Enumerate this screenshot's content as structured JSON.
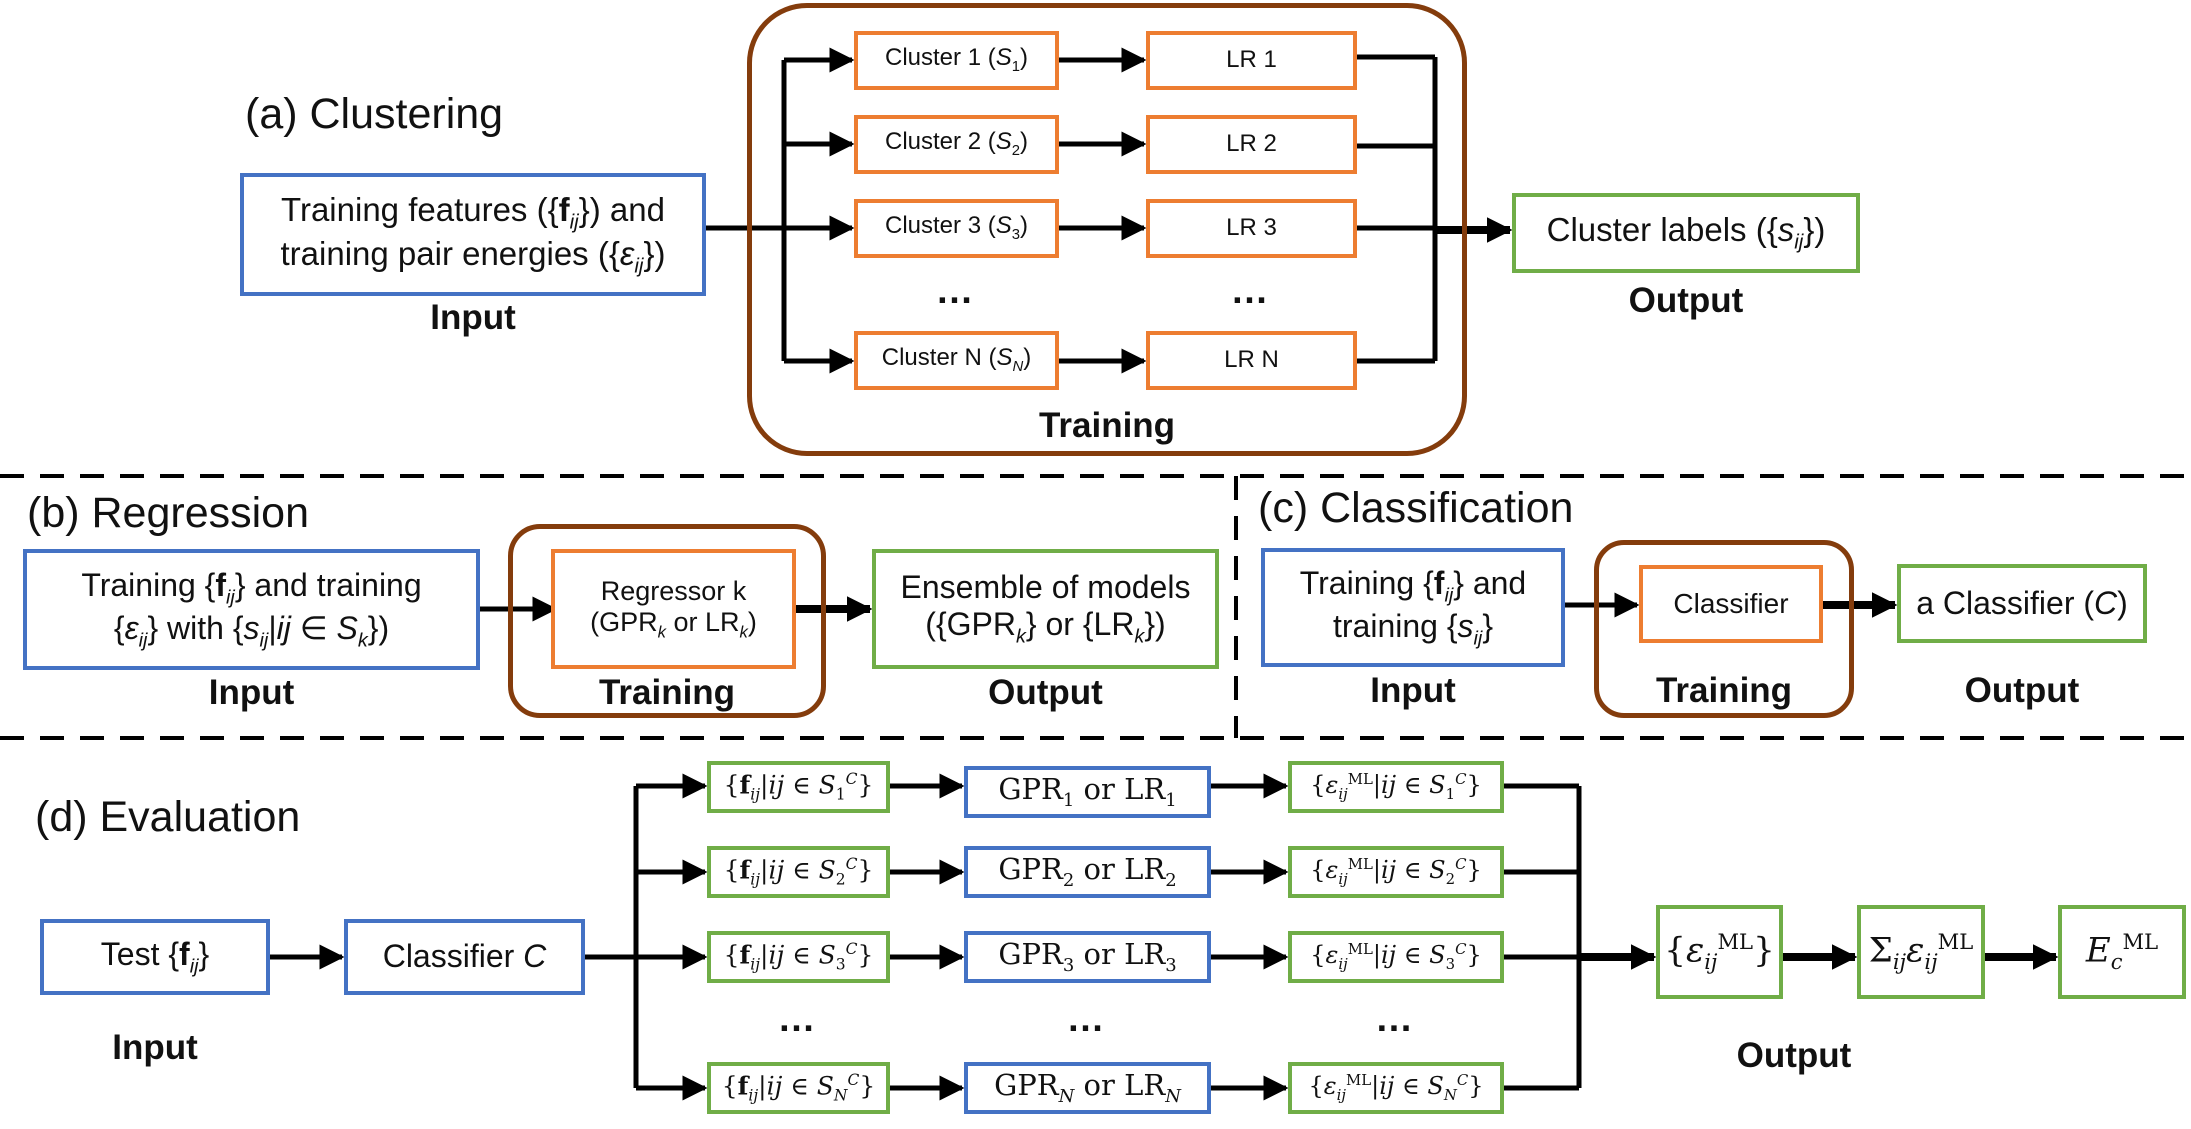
{
  "a": {
    "title": "(a) Clustering",
    "input_html": "Training features ({<b>f</b><sub><i>ij</i></sub>}) and<br>training pair energies ({<i>ε</i><sub><i>ij</i></sub>})",
    "input_label": "Input",
    "clusters": [
      "Cluster 1 (<i>S</i><sub>1</sub>)",
      "Cluster 2 (<i>S</i><sub>2</sub>)",
      "Cluster 3 (<i>S</i><sub>3</sub>)",
      "Cluster N (<i>S</i><sub><i>N</i></sub>)"
    ],
    "lrs": [
      "LR 1",
      "LR 2",
      "LR 3",
      "LR N"
    ],
    "dots": "…",
    "training_label": "Training",
    "output_html": "Cluster labels ({<i>s</i><sub><i>ij</i></sub>})",
    "output_label": "Output"
  },
  "b": {
    "title": "(b) Regression",
    "input_html": "Training {<b>f</b><sub><i>ij</i></sub>} and training<br>{<i>ε</i><sub><i>ij</i></sub>} with {<i>s</i><sub><i>ij</i></sub>|<i>ij</i> ∈ <i>S</i><sub><i>k</i></sub>})",
    "input_label": "Input",
    "regressor_html": "Regressor k<br>(GPR<sub><i>k</i></sub> or LR<sub><i>k</i></sub>)",
    "training_label": "Training",
    "output_html": "Ensemble of models<br>({GPR<sub><i>k</i></sub>} or {LR<sub><i>k</i></sub>})",
    "output_label": "Output"
  },
  "c": {
    "title": "(c) Classification",
    "input_html": "Training {<b>f</b><sub><i>ij</i></sub>} and<br>training {<i>s</i><sub><i>ij</i></sub>}",
    "input_label": "Input",
    "classifier": "Classifier",
    "training_label": "Training",
    "output_html": "a Classifier (<i>C</i>)",
    "output_label": "Output"
  },
  "d": {
    "title": "(d) Evaluation",
    "input_html": "Test {<b>f</b><sub><i>ij</i></sub>}",
    "input_label": "Input",
    "classifier_html": "Classifier <i>C</i>",
    "features": [
      "{<b>f</b><sub><i>ij</i></sub>|<i>ij</i> ∈ <i>S</i><sub>1</sub><sup><i>C</i></sup>}",
      "{<b>f</b><sub><i>ij</i></sub>|<i>ij</i> ∈ <i>S</i><sub>2</sub><sup><i>C</i></sup>}",
      "{<b>f</b><sub><i>ij</i></sub>|<i>ij</i> ∈ <i>S</i><sub>3</sub><sup><i>C</i></sup>}",
      "{<b>f</b><sub><i>ij</i></sub>|<i>ij</i> ∈ <i>S</i><sub><i>N</i></sub><sup><i>C</i></sup>}"
    ],
    "models": [
      "GPR<sub>1</sub> or LR<sub>1</sub>",
      "GPR<sub>2</sub> or LR<sub>2</sub>",
      "GPR<sub>3</sub> or LR<sub>3</sub>",
      "GPR<sub><i>N</i></sub> or LR<sub><i>N</i></sub>"
    ],
    "preds": [
      "{<i>ε</i><sub><i>ij</i></sub><sup>ML</sup>|<i>ij</i> ∈ <i>S</i><sub>1</sub><sup><i>C</i></sup>}",
      "{<i>ε</i><sub><i>ij</i></sub><sup>ML</sup>|<i>ij</i> ∈ <i>S</i><sub>2</sub><sup><i>C</i></sup>}",
      "{<i>ε</i><sub><i>ij</i></sub><sup>ML</sup>|<i>ij</i> ∈ <i>S</i><sub>3</sub><sup><i>C</i></sup>}",
      "{<i>ε</i><sub><i>ij</i></sub><sup>ML</sup>|<i>ij</i> ∈ <i>S</i><sub><i>N</i></sub><sup><i>C</i></sup>}"
    ],
    "dots": "…",
    "collect_html": "{<i>ε</i><sub><i>ij</i></sub><sup>ML</sup>}",
    "sum_html": "Σ<sub><i>ij</i></sub><i>ε</i><sub><i>ij</i></sub><sup>ML</sup>",
    "final_html": "<i>E</i><sub><i>c</i></sub><sup>ML</sup>",
    "output_label": "Output"
  },
  "colors": {
    "input": "#4472c4",
    "process": "#ed7d31",
    "output": "#70ad47",
    "training": "#843c0c"
  }
}
